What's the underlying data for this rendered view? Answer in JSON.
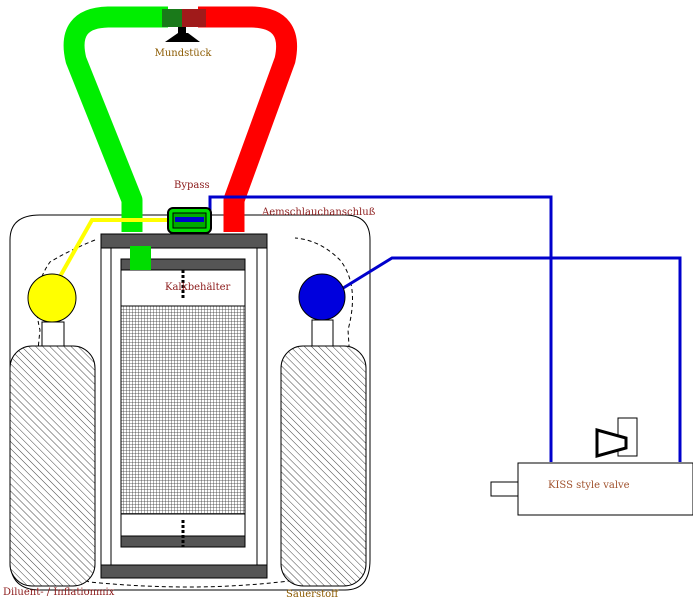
{
  "labels": {
    "mouthpiece": "Mundstück",
    "bypass": "Bypass",
    "hose_connection": "Aemschlauchanschluß",
    "scrubber": "Kalkbehälter",
    "diluent": "Diluent- / Inflationmix",
    "oxygen": "Sauerstoff",
    "valve": "KISS style valve"
  },
  "colors": {
    "inhale_hose": "#00ee00",
    "exhale_hose": "#ff0000",
    "diluent_line": "#ffff00",
    "oxygen_line": "#0000cc",
    "label_red": "#8b1a1a",
    "label_brown": "#8b5a00",
    "label_orange": "#a0522d"
  }
}
